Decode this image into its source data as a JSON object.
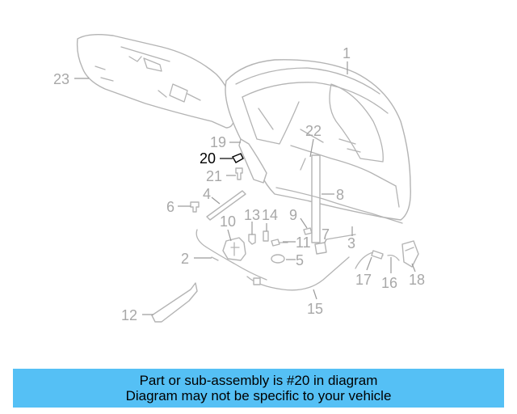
{
  "callouts": [
    "1",
    "2",
    "3",
    "4",
    "5",
    "6",
    "7",
    "8",
    "9",
    "10",
    "11",
    "12",
    "13",
    "14",
    "15",
    "16",
    "17",
    "18",
    "19",
    "20",
    "21",
    "22",
    "23"
  ],
  "highlighted_callout": "20",
  "banner": {
    "line1": "Part or sub-assembly is #20 in diagram",
    "line2": "Diagram may not be specific to your vehicle"
  },
  "colors": {
    "banner": "#55c0f5",
    "part_line": "#b4b4b4",
    "label": "#a8a8a8",
    "highlight": "#000000"
  }
}
